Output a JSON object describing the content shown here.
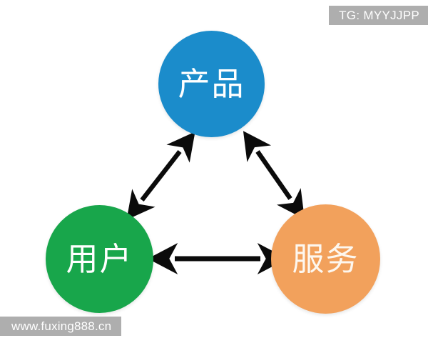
{
  "diagram": {
    "type": "triangle-relationship",
    "background_color": "#ffffff",
    "nodes": [
      {
        "id": "product",
        "label": "产品",
        "color": "#1b8ccb",
        "text_color": "#ffffff",
        "position": "top"
      },
      {
        "id": "user",
        "label": "用户",
        "color": "#18a64b",
        "text_color": "#ffffff",
        "position": "bottom-left"
      },
      {
        "id": "service",
        "label": "服务",
        "color": "#f2a15c",
        "text_color": "#fdf7ef",
        "position": "bottom-right"
      }
    ],
    "connectors": [
      {
        "id": "user-product",
        "from": "user",
        "to": "product",
        "style": "double-arrow",
        "color": "#000000"
      },
      {
        "id": "product-service",
        "from": "product",
        "to": "service",
        "style": "double-arrow",
        "color": "#000000"
      },
      {
        "id": "user-service",
        "from": "user",
        "to": "service",
        "style": "double-arrow",
        "color": "#000000"
      }
    ]
  },
  "watermarks": {
    "telegram": "TG: MYYJJPP",
    "website": "www.fuxing888.cn",
    "background_color": "#aeaeae",
    "text_color": "#ffffff"
  }
}
